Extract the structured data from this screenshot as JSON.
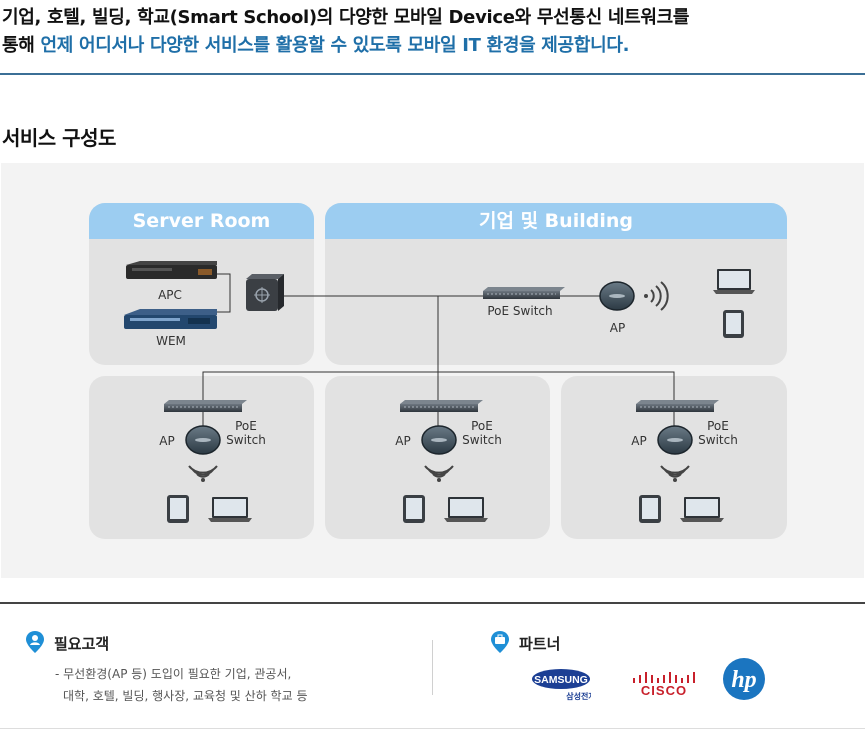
{
  "intro": {
    "line1": "기업, 호텔, 빌딩, 학교(Smart School)의 다양한 모바일 Device와 무선통신 네트워크를",
    "line2_prefix": "통해 ",
    "line2_highlight": "언제 어디서나 다양한 서비스를 활용할 수 있도록 모바일 IT 환경을 제공합니다."
  },
  "section_title": "서비스 구성도",
  "diagram": {
    "server_room_title": "Server Room",
    "building_title": "기업 및 Building",
    "apc_label": "APC",
    "wem_label": "WEM",
    "poe_switch_label": "PoE Switch",
    "ap_label": "AP",
    "poe_label_line1": "PoE",
    "poe_label_line2": "Switch"
  },
  "customers": {
    "title": "필요고객",
    "line1": "- 무선환경(AP 등) 도입이 필요한 기업, 관공서,",
    "line2": "대학, 호텔, 빌딩, 행사장, 교육청 및 산하 학교 등"
  },
  "partners": {
    "title": "파트너",
    "samsung_word": "SAMSUNG",
    "samsung_sub": "삼성전자",
    "cisco_word": "CISCO",
    "hp_word": "hp"
  },
  "colors": {
    "accent_blue": "#1f6fa8",
    "panel_head": "#9ccdf1",
    "panel_bg": "#e2e2e2",
    "pin_blue": "#1f8fd6"
  }
}
